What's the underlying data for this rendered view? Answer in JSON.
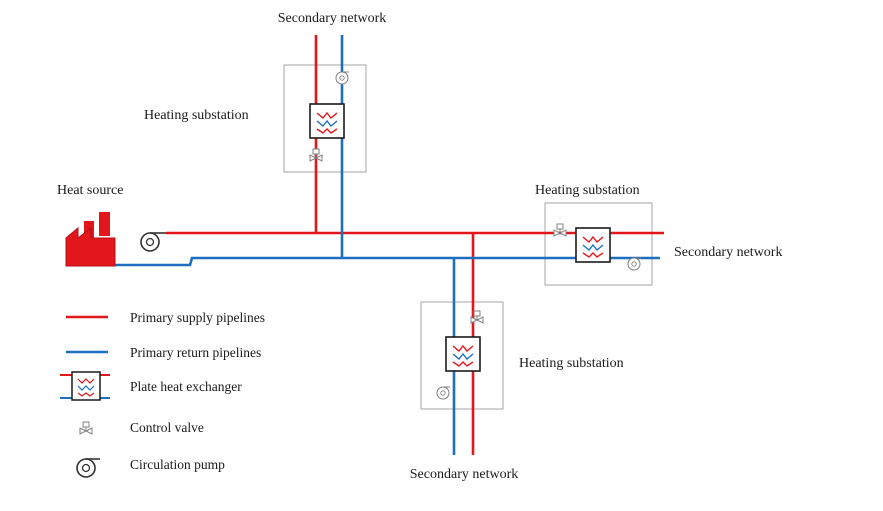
{
  "colors": {
    "supply": "#e3161b",
    "return": "#1f6fc1",
    "box_border": "#a6a6a6",
    "exchanger_border": "#1a1a1a",
    "text": "#1a1a1a"
  },
  "labels": {
    "secondary_network_top": "Secondary network",
    "heating_substation_top": "Heating substation",
    "heat_source": "Heat source",
    "heating_substation_right": "Heating substation",
    "secondary_network_right": "Secondary network",
    "heating_substation_bottom": "Heating substation",
    "secondary_network_bottom": "Secondary network"
  },
  "legend": {
    "supply": "Primary supply pipelines",
    "return": "Primary return pipelines",
    "exchanger": "Plate heat exchanger",
    "valve": "Control valve",
    "pump": "Circulation pump"
  },
  "icons": {
    "heat_source": "factory-icon",
    "exchanger": "plate-heat-exchanger-icon",
    "valve": "control-valve-icon",
    "pump": "circulation-pump-icon"
  }
}
